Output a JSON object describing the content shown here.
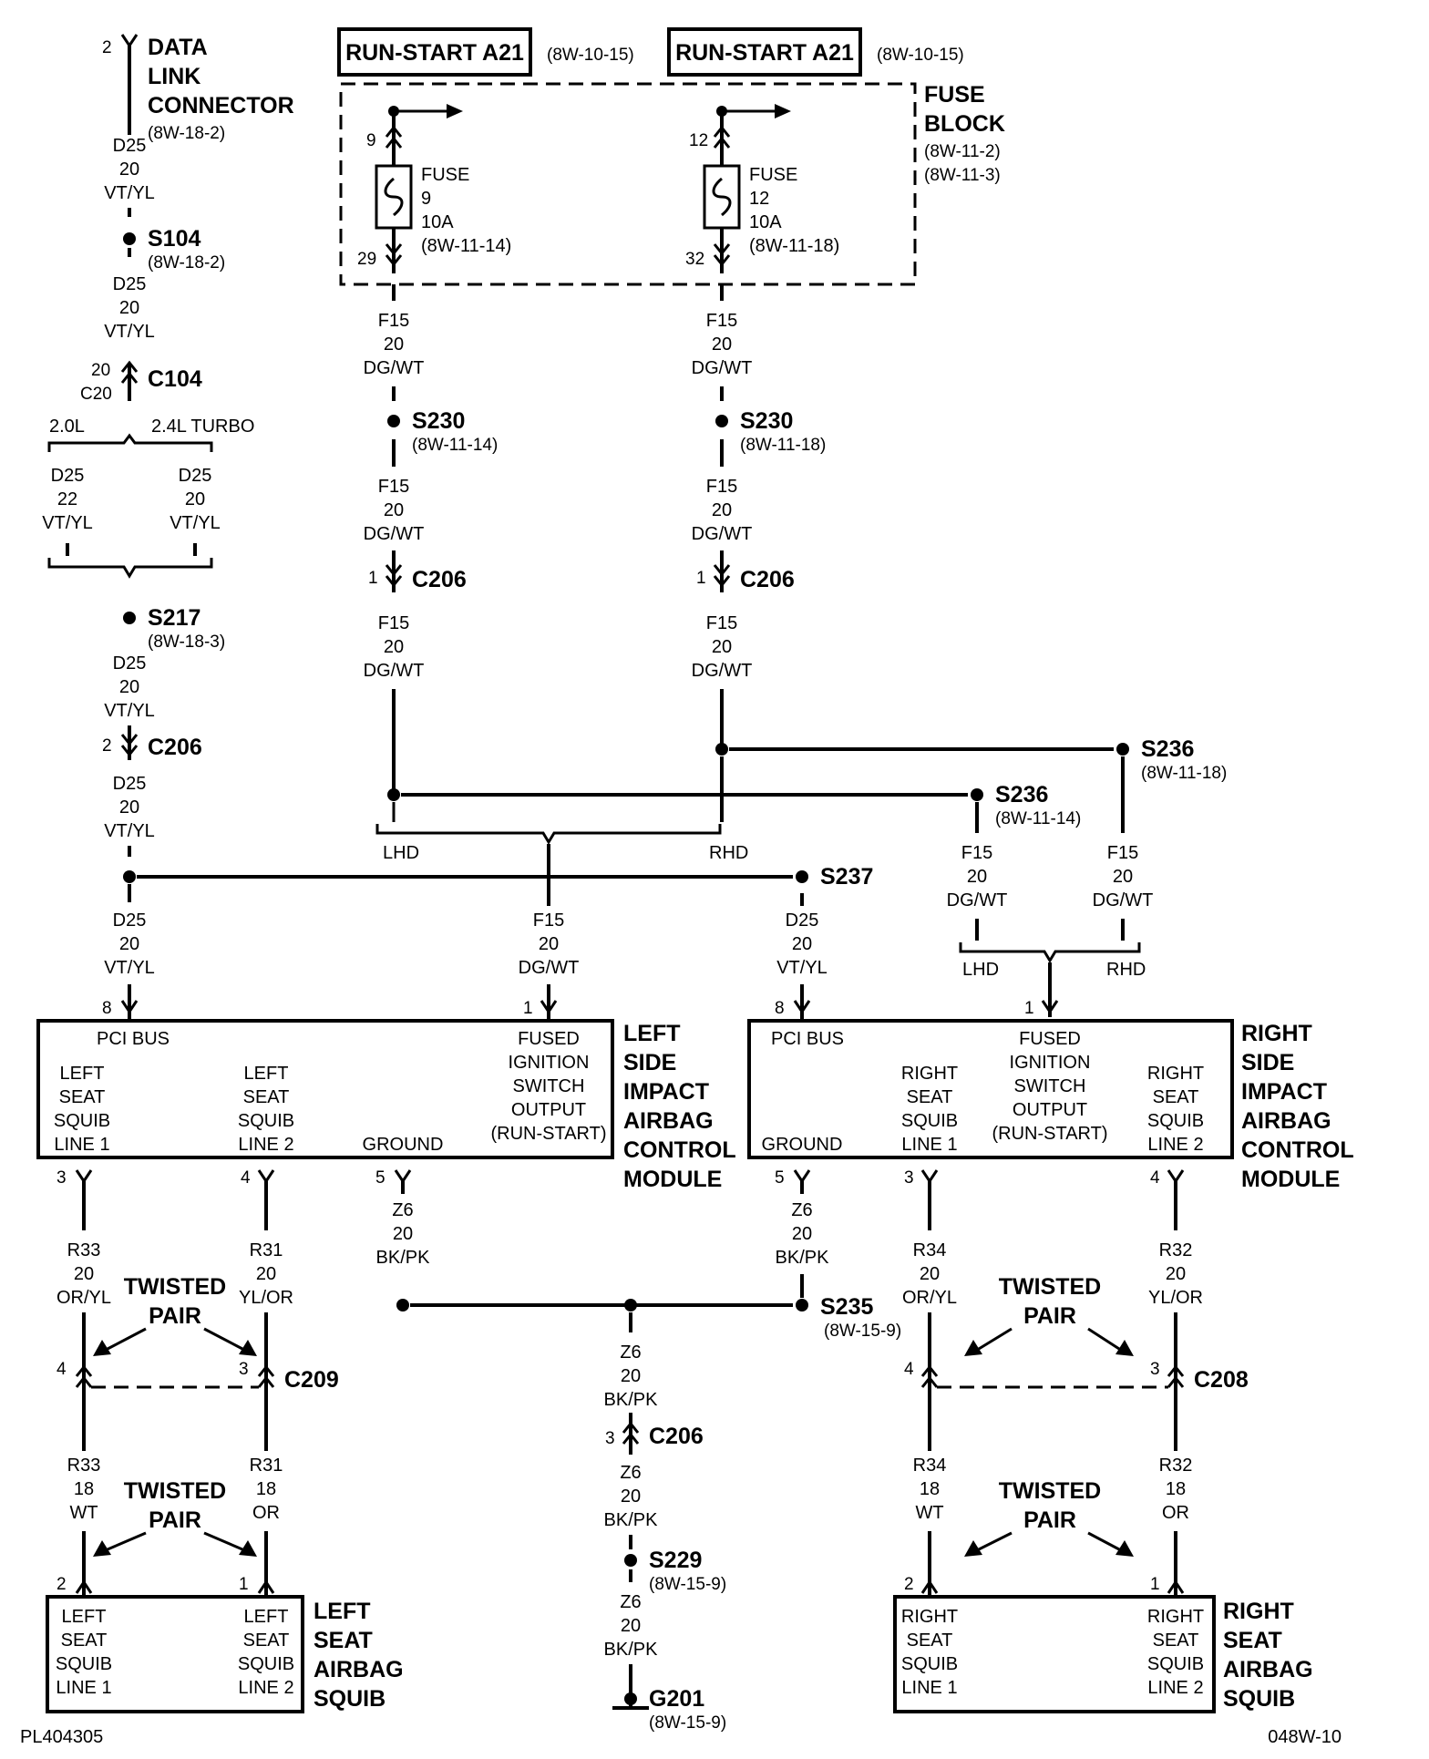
{
  "top": {
    "dlc_pin": "2",
    "dlc": [
      "DATA",
      "LINK",
      "CONNECTOR"
    ],
    "dlc_ref": "(8W-18-2)",
    "runstart_left": "RUN-START A21",
    "runstart_left_ref": "(8W-10-15)",
    "runstart_right": "RUN-START A21",
    "runstart_right_ref": "(8W-10-15)",
    "fuse_block": [
      "FUSE",
      "BLOCK"
    ],
    "fuse_block_refs": [
      "(8W-11-2)",
      "(8W-11-3)"
    ]
  },
  "fuse_left": {
    "in_pin": "9",
    "out_pin": "29",
    "label": [
      "FUSE",
      "9",
      "10A",
      "(8W-11-14)"
    ]
  },
  "fuse_right": {
    "in_pin": "12",
    "out_pin": "32",
    "label": [
      "FUSE",
      "12",
      "10A",
      "(8W-11-18)"
    ]
  },
  "left_branch": {
    "w1": [
      "D25",
      "20",
      "VT/YL"
    ],
    "s104": "S104",
    "s104_ref": "(8W-18-2)",
    "w2": [
      "D25",
      "20",
      "VT/YL"
    ],
    "c104_pin_a": "20",
    "c104_pin_b": "C20",
    "c104": "C104",
    "engine_a": "2.0L",
    "engine_b": "2.4L TURBO",
    "wa": [
      "D25",
      "22",
      "VT/YL"
    ],
    "wb": [
      "D25",
      "20",
      "VT/YL"
    ],
    "s217": "S217",
    "s217_ref": "(8W-18-3)",
    "w3": [
      "D25",
      "20",
      "VT/YL"
    ],
    "c206_pin": "2",
    "c206": "C206",
    "w4": [
      "D25",
      "20",
      "VT/YL"
    ],
    "w5": [
      "D25",
      "20",
      "VT/YL"
    ],
    "s237": "S237",
    "w6": [
      "D25",
      "20",
      "VT/YL"
    ]
  },
  "mid_left": {
    "w1": [
      "F15",
      "20",
      "DG/WT"
    ],
    "s230": "S230",
    "s230_ref": "(8W-11-14)",
    "w2": [
      "F15",
      "20",
      "DG/WT"
    ],
    "c206_pin": "1",
    "c206": "C206",
    "w3": [
      "F15",
      "20",
      "DG/WT"
    ],
    "s236": "S236",
    "s236_ref": "(8W-11-14)",
    "lhd": "LHD",
    "rhd": "RHD",
    "w4": [
      "F15",
      "20",
      "DG/WT"
    ]
  },
  "mid_right": {
    "w1": [
      "F15",
      "20",
      "DG/WT"
    ],
    "s230": "S230",
    "s230_ref": "(8W-11-18)",
    "w2": [
      "F15",
      "20",
      "DG/WT"
    ],
    "c206_pin": "1",
    "c206": "C206",
    "w3": [
      "F15",
      "20",
      "DG/WT"
    ],
    "s236": "S236",
    "s236_ref": "(8W-11-18)",
    "wa": [
      "F15",
      "20",
      "DG/WT"
    ],
    "wb": [
      "F15",
      "20",
      "DG/WT"
    ],
    "lhd": "LHD",
    "rhd": "RHD"
  },
  "left_module": {
    "pins_top": [
      "8",
      "1"
    ],
    "pci": "PCI BUS",
    "squib1": [
      "LEFT",
      "SEAT",
      "SQUIB",
      "LINE 1"
    ],
    "squib2": [
      "LEFT",
      "SEAT",
      "SQUIB",
      "LINE 2"
    ],
    "ground": "GROUND",
    "fused": [
      "FUSED",
      "IGNITION",
      "SWITCH",
      "OUTPUT",
      "(RUN-START)"
    ],
    "title": [
      "LEFT",
      "SIDE",
      "IMPACT",
      "AIRBAG",
      "CONTROL",
      "MODULE"
    ],
    "pins_bottom": [
      "3",
      "4",
      "5"
    ]
  },
  "right_module": {
    "pins_top": [
      "8",
      "1"
    ],
    "pci": "PCI BUS",
    "ground": "GROUND",
    "squib1": [
      "RIGHT",
      "SEAT",
      "SQUIB",
      "LINE 1"
    ],
    "fused": [
      "FUSED",
      "IGNITION",
      "SWITCH",
      "OUTPUT",
      "(RUN-START)"
    ],
    "squib2": [
      "RIGHT",
      "SEAT",
      "SQUIB",
      "LINE 2"
    ],
    "title": [
      "RIGHT",
      "SIDE",
      "IMPACT",
      "AIRBAG",
      "CONTROL",
      "MODULE"
    ],
    "pins_bottom": [
      "5",
      "3",
      "4"
    ]
  },
  "left_lower": {
    "r33a": [
      "R33",
      "20",
      "OR/YL"
    ],
    "r31a": [
      "R31",
      "20",
      "YL/OR"
    ],
    "twisted1": [
      "TWISTED",
      "PAIR"
    ],
    "c209_pin_a": "4",
    "c209_pin_b": "3",
    "c209": "C209",
    "r33b": [
      "R33",
      "18",
      "WT"
    ],
    "r31b": [
      "R31",
      "18",
      "OR"
    ],
    "twisted2": [
      "TWISTED",
      "PAIR"
    ],
    "squib_pins": [
      "2",
      "1"
    ],
    "squib1": [
      "LEFT",
      "SEAT",
      "SQUIB",
      "LINE 1"
    ],
    "squib2": [
      "LEFT",
      "SEAT",
      "SQUIB",
      "LINE 2"
    ],
    "title": [
      "LEFT",
      "SEAT",
      "AIRBAG",
      "SQUIB"
    ]
  },
  "ground_path": {
    "z6_left": [
      "Z6",
      "20",
      "BK/PK"
    ],
    "z6_right": [
      "Z6",
      "20",
      "BK/PK"
    ],
    "s235": "S235",
    "s235_ref": "(8W-15-9)",
    "z6_a": [
      "Z6",
      "20",
      "BK/PK"
    ],
    "c206_pin": "3",
    "c206": "C206",
    "z6_b": [
      "Z6",
      "20",
      "BK/PK"
    ],
    "s229": "S229",
    "s229_ref": "(8W-15-9)",
    "z6_c": [
      "Z6",
      "20",
      "BK/PK"
    ],
    "g201": "G201",
    "g201_ref": "(8W-15-9)"
  },
  "right_lower": {
    "r34a": [
      "R34",
      "20",
      "OR/YL"
    ],
    "r32a": [
      "R32",
      "20",
      "YL/OR"
    ],
    "twisted1": [
      "TWISTED",
      "PAIR"
    ],
    "c208_pin_a": "4",
    "c208_pin_b": "3",
    "c208": "C208",
    "r34b": [
      "R34",
      "18",
      "WT"
    ],
    "r32b": [
      "R32",
      "18",
      "OR"
    ],
    "twisted2": [
      "TWISTED",
      "PAIR"
    ],
    "squib_pins": [
      "2",
      "1"
    ],
    "squib1": [
      "RIGHT",
      "SEAT",
      "SQUIB",
      "LINE 1"
    ],
    "squib2": [
      "RIGHT",
      "SEAT",
      "SQUIB",
      "LINE 2"
    ],
    "title": [
      "RIGHT",
      "SEAT",
      "AIRBAG",
      "SQUIB"
    ]
  },
  "footer": {
    "left": "PL404305",
    "right": "048W-10"
  }
}
